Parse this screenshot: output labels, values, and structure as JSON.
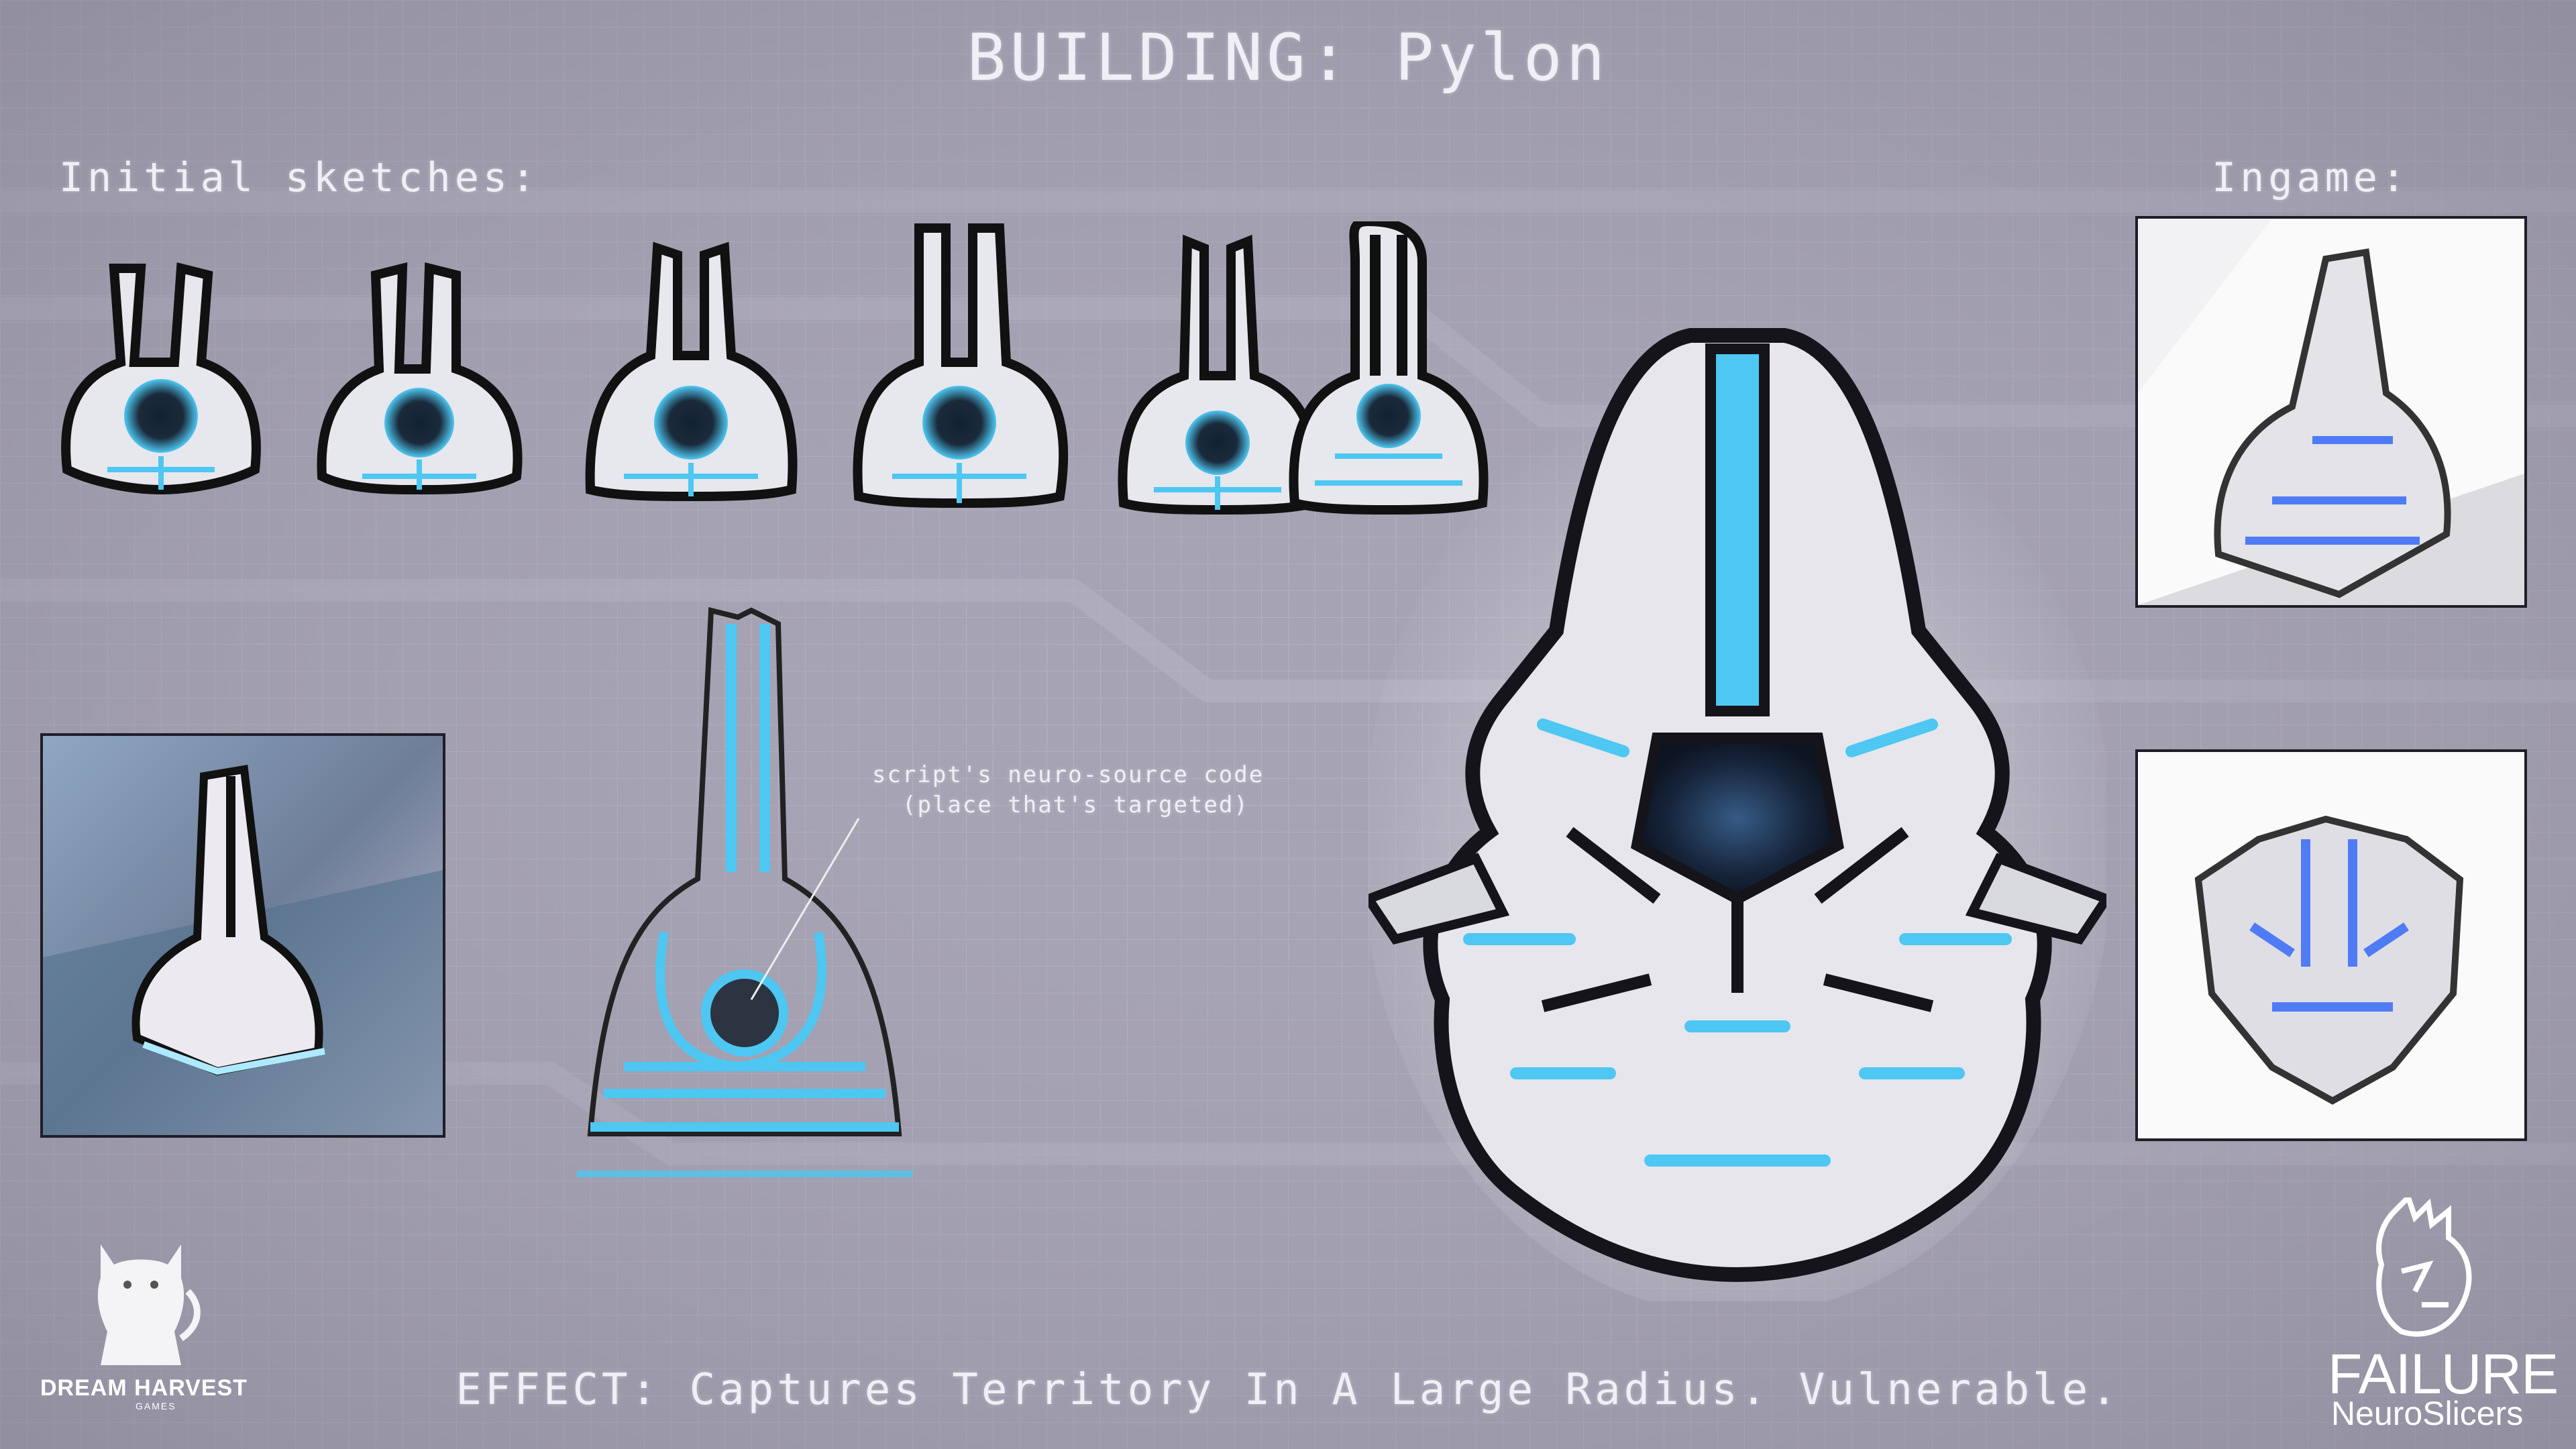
{
  "title": "BUILDING: Pylon",
  "initial_sketches_label": "Initial sketches:",
  "ingame_label": "Ingame:",
  "annotation": {
    "line1": "script's neuro-source code",
    "line2": "(place that's targeted)"
  },
  "effect": "EFFECT: Captures Territory In A Large Radius. Vulnerable.",
  "studio_logo": {
    "name": "DREAM HARVEST",
    "sub": "GAMES"
  },
  "game_logo": {
    "title": "FAILURE",
    "subtitle": "NeuroSlicers"
  },
  "colors": {
    "background": "#a6a3b4",
    "accent": "#4ec7f2",
    "shell": "#e7e7ec",
    "dark": "#1b1b22"
  }
}
